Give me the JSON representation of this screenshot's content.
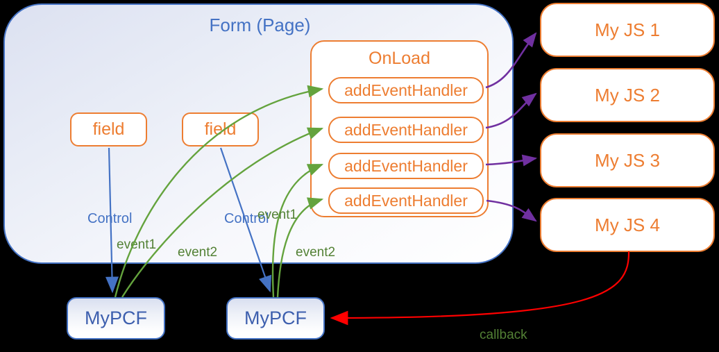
{
  "colors": {
    "background": "#000000",
    "blue_accent": "#4472C4",
    "orange_accent": "#ED7D31",
    "green_line": "#64A33D",
    "green_text": "#538135",
    "purple_line": "#7030A0",
    "red_line": "#FF0000",
    "pcf_text": "#3D5FAE"
  },
  "form": {
    "title": "Form (Page)"
  },
  "fields": [
    {
      "label": "field"
    },
    {
      "label": "field"
    }
  ],
  "onload": {
    "title": "OnLoad",
    "handlers": [
      {
        "label": "addEventHandler"
      },
      {
        "label": "addEventHandler"
      },
      {
        "label": "addEventHandler"
      },
      {
        "label": "addEventHandler"
      }
    ]
  },
  "myjs": [
    {
      "label": "My JS 1"
    },
    {
      "label": "My JS 2"
    },
    {
      "label": "My JS 3"
    },
    {
      "label": "My JS 4"
    }
  ],
  "pcf": [
    {
      "label": "MyPCF"
    },
    {
      "label": "MyPCF"
    }
  ],
  "edge_labels": {
    "control_left": "Control",
    "control_right": "Control",
    "event1_left": "event1",
    "event2_left": "event2",
    "event1_right": "event1",
    "event2_right": "event2",
    "callback": "callback"
  }
}
